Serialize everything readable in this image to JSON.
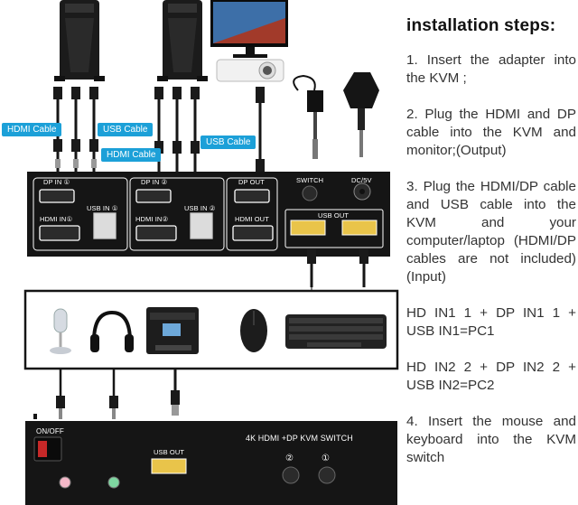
{
  "cable_tags": {
    "hdmi_left": "HDMI Cable",
    "usb_left": "USB Cable",
    "hdmi_right": "HDMI Cable",
    "usb_right": "USB Cable"
  },
  "kvm_top": {
    "pc1_ports": {
      "dp_in": "DP IN ①",
      "hdmi_in": "HDMI IN①",
      "usb_in": "USB IN ①"
    },
    "pc2_ports": {
      "dp_in": "DP IN ②",
      "hdmi_in": "HDMI IN②",
      "usb_in": "USB IN ②"
    },
    "out_ports": {
      "dp_out": "DP OUT",
      "hdmi_out": "HDMI OUT"
    },
    "switch_label": "SWITCH",
    "power_label": "DC/5V",
    "usb_out_label": "USB OUT"
  },
  "kvm_front": {
    "power_label": "ON/OFF",
    "usb_out_label": "USB OUT",
    "product_name": "4K HDMI +DP KVM SWITCH",
    "button_2": "②",
    "button_1": "①"
  },
  "instructions": {
    "title": "installation steps:",
    "step1": "1. Insert the adapter into the KVM ;",
    "step2": "2. Plug the HDMI and DP cable into the KVM and monitor;(Output)",
    "step3": "3. Plug the HDMI/DP cable and USB cable into the KVM and your computer/laptop (HDMI/DP cables are not included)(Input)",
    "pc1": "HD IN1 1 + DP IN1 1 + USB IN1=PC1",
    "pc2": "HD IN2 2 + DP IN2 2 + USB IN2=PC2",
    "step4": "4. Insert the mouse and keyboard into the KVM switch"
  },
  "colors": {
    "device_body": "#151515",
    "tag_blue": "#1ca0d8",
    "port_outline": "#ffffff"
  }
}
